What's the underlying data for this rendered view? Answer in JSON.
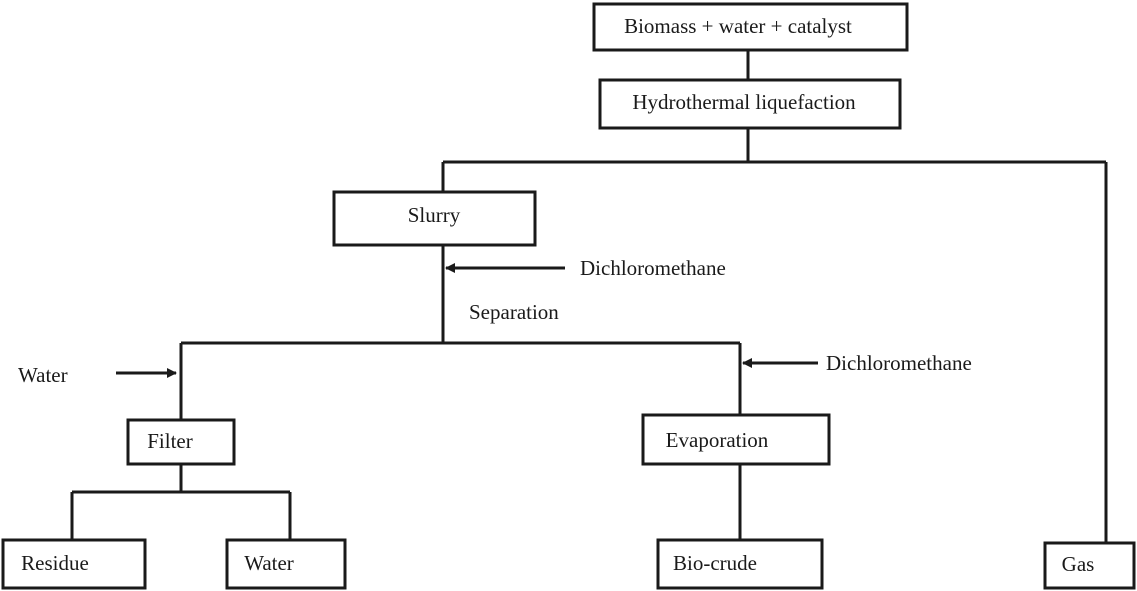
{
  "nodes": {
    "feed": "Biomass + water + catalyst",
    "htl": "Hydrothermal liquefaction",
    "slurry": "Slurry",
    "filter": "Filter",
    "evaporation": "Evaporation",
    "residue": "Residue",
    "water_out": "Water",
    "biocrude": "Bio-crude",
    "gas": "Gas"
  },
  "annotations": {
    "dcm_1": "Dichloromethane",
    "separation": "Separation",
    "water_in": "Water",
    "dcm_2": "Dichloromethane"
  }
}
